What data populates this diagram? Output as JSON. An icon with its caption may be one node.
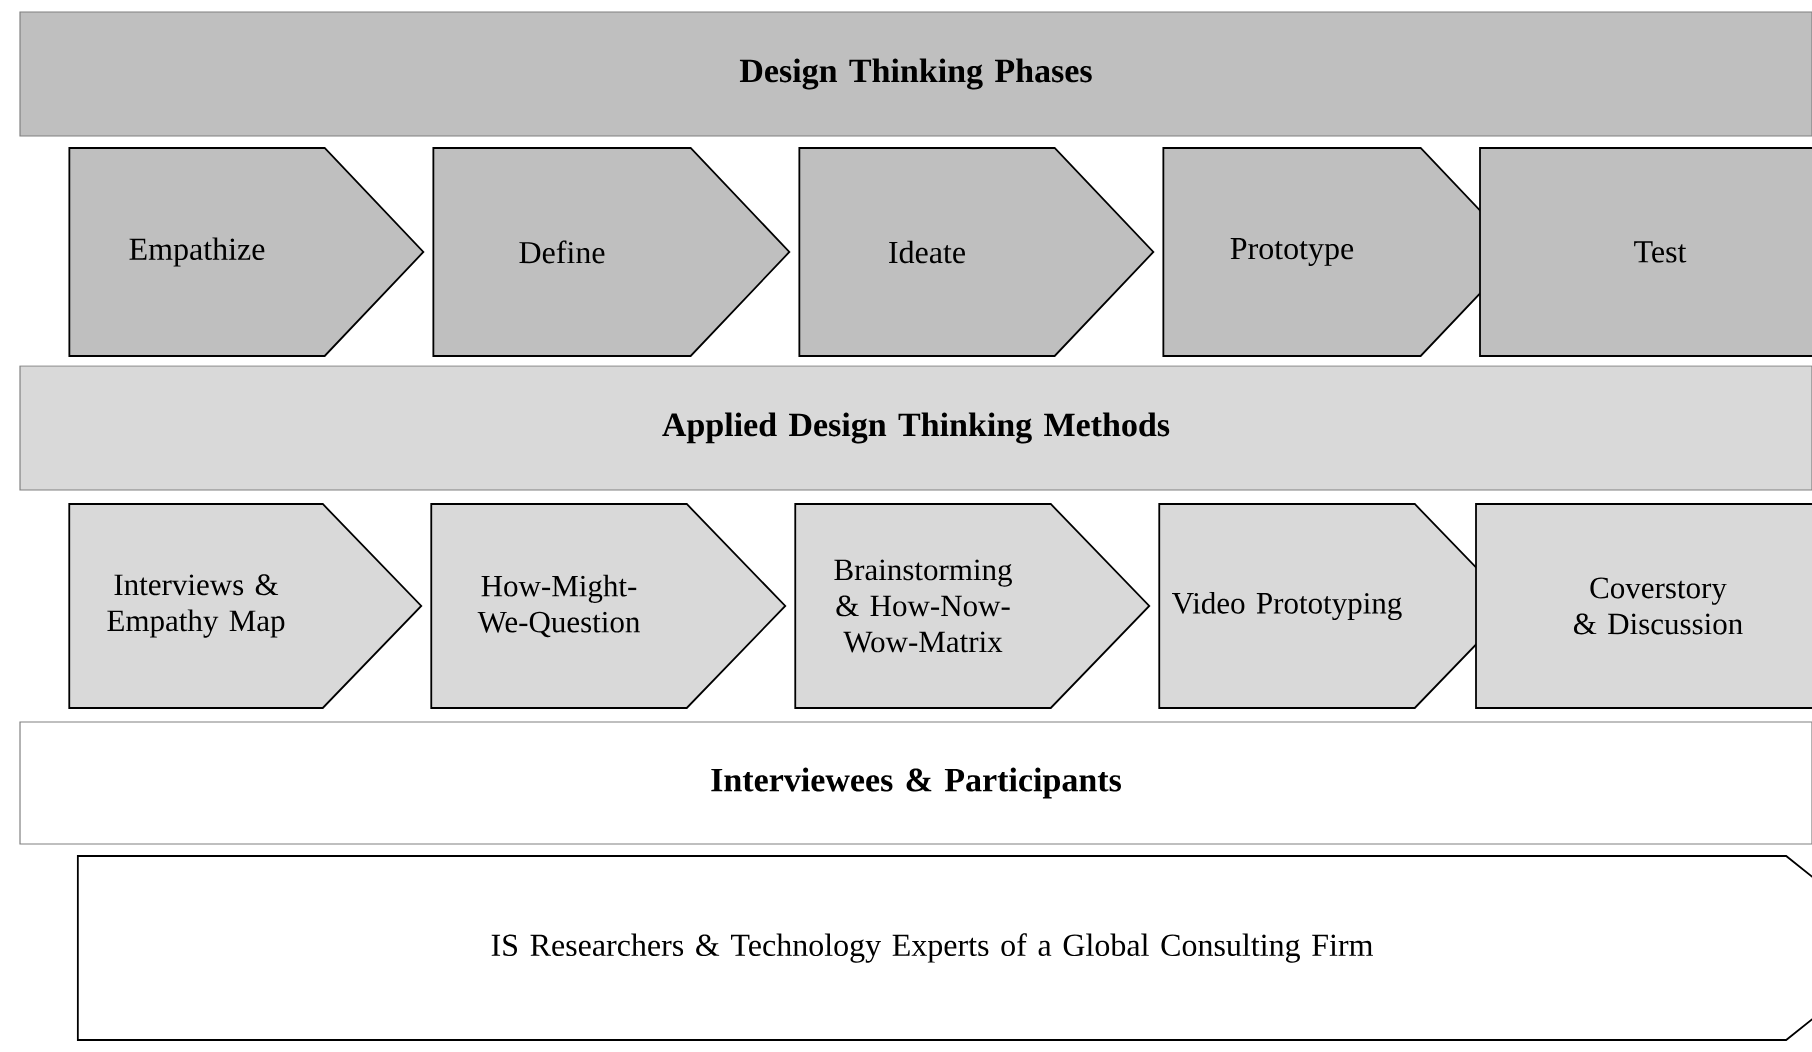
{
  "diagram": {
    "nodes": [
      {
        "text": [
          "Design Thinking Phases"
        ]
      },
      {
        "text": [
          "Empathize"
        ]
      },
      {
        "text": [
          "Define"
        ]
      },
      {
        "text": [
          "Ideate"
        ]
      },
      {
        "text": [
          "Prototype"
        ]
      },
      {
        "text": [
          "Test"
        ]
      },
      {
        "text": [
          "Applied Design Thinking Methods"
        ]
      },
      {
        "text": [
          "Interviews & Empathy Map"
        ]
      },
      {
        "text": [
          "How-Might-We-Question"
        ]
      },
      {
        "text": [
          "Brainstorming & How-Now-Wow-Matrix"
        ]
      },
      {
        "text": [
          "Video Prototyping"
        ]
      },
      {
        "text": [
          "Coverstory & Discussion"
        ]
      },
      {
        "text": [
          "Interviewees & Participants"
        ]
      },
      {
        "text": [
          "IS Researchers & Technology Experts of a Global Consulting Firm"
        ]
      }
    ]
  }
}
